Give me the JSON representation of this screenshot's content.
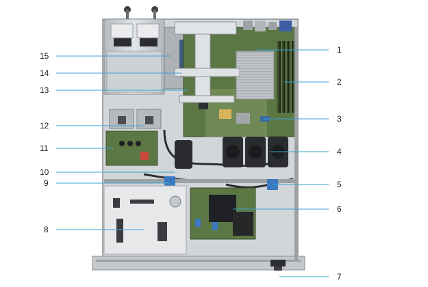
{
  "callouts_left": [
    {
      "label": "15"
    },
    {
      "label": "14"
    },
    {
      "label": "13"
    },
    {
      "label": "12"
    },
    {
      "label": "11"
    },
    {
      "label": "10"
    },
    {
      "label": "9"
    },
    {
      "label": "8"
    }
  ],
  "callouts_right": [
    {
      "label": "1"
    },
    {
      "label": "2"
    },
    {
      "label": "3"
    },
    {
      "label": "4"
    },
    {
      "label": "5"
    },
    {
      "label": "6"
    },
    {
      "label": "7"
    }
  ],
  "colors": {
    "leader": "#3aa3d6",
    "chassis": "#c9cdd1",
    "board": "#4e6a3a",
    "board_light": "#6f8a55",
    "metal_dark": "#8d9196",
    "fan": "#2a2c2f"
  }
}
